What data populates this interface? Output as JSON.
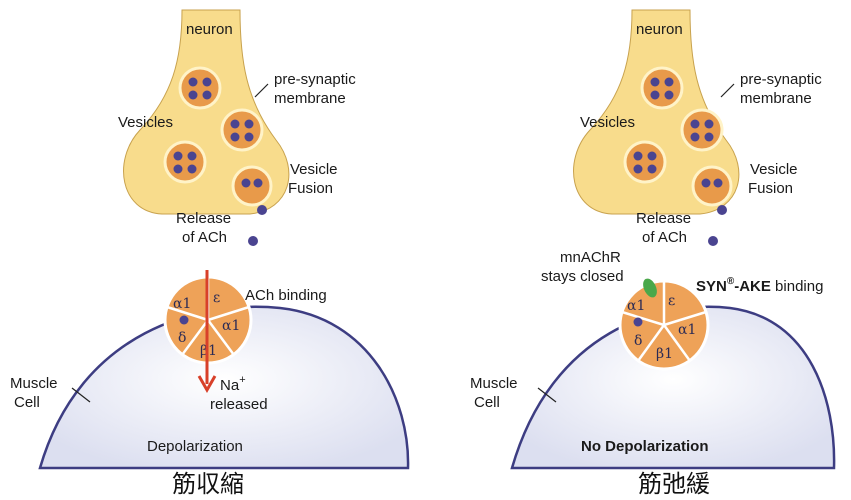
{
  "panels": [
    {
      "neuron_label": "neuron",
      "membrane_label": [
        "pre-synaptic",
        "membrane"
      ],
      "vesicles_label": "Vesicles",
      "fusion_label": [
        "Vesicle",
        "Fusion"
      ],
      "release_label": [
        "Release",
        "of ACh"
      ],
      "binding_label": "ACh binding",
      "receptor_subunits": [
        "α1",
        "ε",
        "α1",
        "β1",
        "δ"
      ],
      "ion_label": "Na",
      "ion_charge": "+",
      "ion_released": "released",
      "muscle_label": [
        "Muscle",
        "Cell"
      ],
      "result_label": "Depolarization",
      "caption": "筋収縮"
    },
    {
      "neuron_label": "neuron",
      "membrane_label": [
        "pre-synaptic",
        "membrane"
      ],
      "vesicles_label": "Vesicles",
      "fusion_label": [
        "Vesicle",
        "Fusion"
      ],
      "release_label": [
        "Release",
        "of ACh"
      ],
      "closed_label": [
        "mnAChR",
        "stays closed"
      ],
      "binding_prefix": "SYN",
      "binding_superscript": "®",
      "binding_suffix": "-AKE",
      "binding_text": " binding",
      "receptor_subunits": [
        "α1",
        "ε",
        "α1",
        "β1",
        "δ"
      ],
      "muscle_label": [
        "Muscle",
        "Cell"
      ],
      "result_label": "No Depolarization",
      "caption": "筋弛緩"
    }
  ],
  "colors": {
    "neuron_fill": "#f8dc8c",
    "vesicle_fill": "#e89a4a",
    "vesicle_dot": "#4a4490",
    "receptor_fill": "#eea258",
    "muscle_fill": "#e3e5f4",
    "muscle_edge": "#3d3d82",
    "arrow": "#d8402a",
    "peptide": "#4aa84a"
  },
  "icons": [
    "vesicle-icon",
    "ach-molecule-icon",
    "receptor-icon",
    "red-arrow-icon",
    "peptide-icon"
  ]
}
